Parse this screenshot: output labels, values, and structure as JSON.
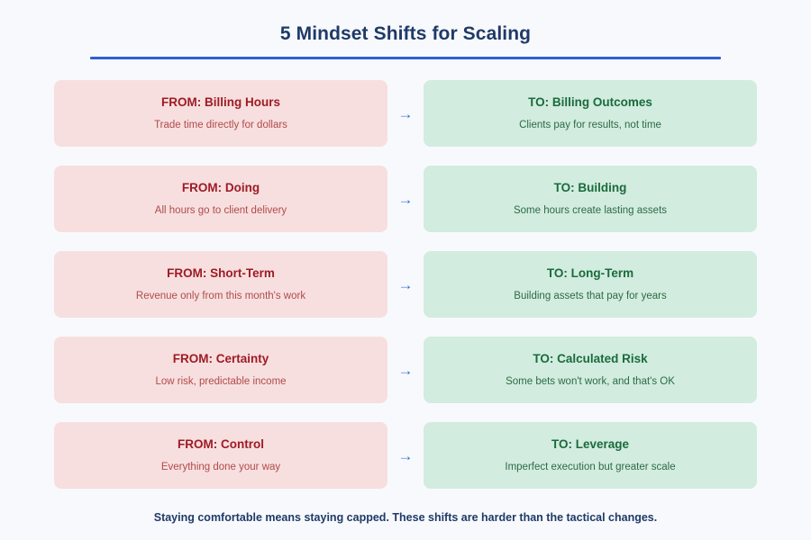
{
  "header": {
    "title": "5 Mindset Shifts for Scaling"
  },
  "arrow": {
    "glyph": "→"
  },
  "shifts": [
    {
      "from": {
        "heading": "FROM: Billing Hours",
        "sub": "Trade time directly for dollars"
      },
      "to": {
        "heading": "TO: Billing Outcomes",
        "sub": "Clients pay for results, not time"
      }
    },
    {
      "from": {
        "heading": "FROM: Doing",
        "sub": "All hours go to client delivery"
      },
      "to": {
        "heading": "TO: Building",
        "sub": "Some hours create lasting assets"
      }
    },
    {
      "from": {
        "heading": "FROM: Short-Term",
        "sub": "Revenue only from this month's work"
      },
      "to": {
        "heading": "TO: Long-Term",
        "sub": "Building assets that pay for years"
      }
    },
    {
      "from": {
        "heading": "FROM: Certainty",
        "sub": "Low risk, predictable income"
      },
      "to": {
        "heading": "TO: Calculated Risk",
        "sub": "Some bets won't work, and that's OK"
      }
    },
    {
      "from": {
        "heading": "FROM: Control",
        "sub": "Everything done your way"
      },
      "to": {
        "heading": "TO: Leverage",
        "sub": "Imperfect execution but greater scale"
      }
    }
  ],
  "footer": {
    "note": "Staying comfortable means staying capped. These shifts are harder than the tactical changes."
  },
  "colors": {
    "background": "#f8f9fc",
    "title": "#1f3a68",
    "rule": "#2d5fd7",
    "from_bg": "#f7dfdf",
    "from_heading": "#9e1b25",
    "from_sub": "#b24a4a",
    "to_bg": "#d2ecdf",
    "to_heading": "#1a6b3c",
    "to_sub": "#2c6b45",
    "arrow": "#3a6fe0"
  }
}
